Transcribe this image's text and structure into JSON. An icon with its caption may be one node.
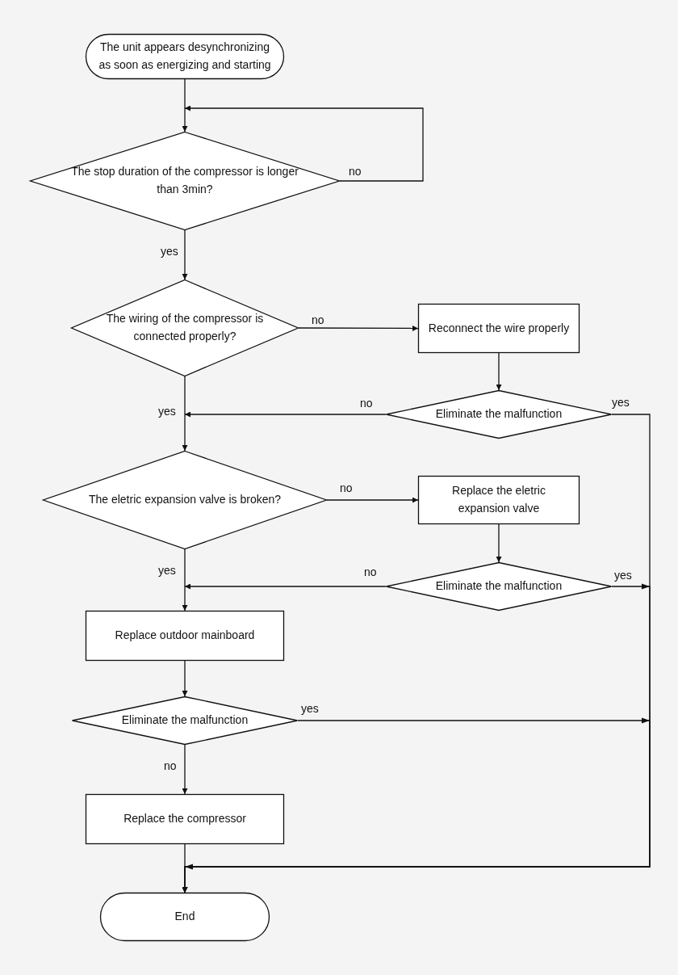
{
  "diagram": {
    "nodes": [
      {
        "text": [
          "The unit appears desynchronizing as soon as energizing and starting"
        ]
      },
      {
        "text": [
          "The stop duration of the compressor is longer than 3min?"
        ]
      },
      {
        "text": [
          "The wiring of the compressor is connected properly?"
        ]
      },
      {
        "text": [
          "Reconnect the wire properly"
        ]
      },
      {
        "text": [
          "Eliminate the malfunction"
        ]
      },
      {
        "text": [
          "The eletric expansion valve is broken?"
        ]
      },
      {
        "text": [
          "Replace the eletric expansion valve"
        ]
      },
      {
        "text": [
          "Eliminate the malfunction"
        ]
      },
      {
        "text": [
          "Replace outdoor mainboard"
        ]
      },
      {
        "text": [
          "Eliminate the malfunction"
        ]
      },
      {
        "text": [
          "Replace the compressor"
        ]
      },
      {
        "text": [
          "End"
        ]
      }
    ],
    "edges": [
      {
        "from": 0,
        "to": 1,
        "arrow": "to"
      },
      {
        "from": 1,
        "to": 1,
        "arrow": "to",
        "label": "no"
      },
      {
        "from": 1,
        "to": 2,
        "arrow": "to",
        "label": "yes"
      },
      {
        "from": 2,
        "to": 3,
        "arrow": "to",
        "label": "no"
      },
      {
        "from": 3,
        "to": 4,
        "arrow": "to"
      },
      {
        "from": 4,
        "to": 5,
        "arrow": "to",
        "label": "no"
      },
      {
        "from": 2,
        "to": 5,
        "arrow": "to",
        "label": "yes"
      },
      {
        "from": 4,
        "to": 11,
        "arrow": "to",
        "label": "yes"
      },
      {
        "from": 5,
        "to": 6,
        "arrow": "to",
        "label": "no"
      },
      {
        "from": 6,
        "to": 7,
        "arrow": "to"
      },
      {
        "from": 7,
        "to": 8,
        "arrow": "to",
        "label": "no"
      },
      {
        "from": 5,
        "to": 8,
        "arrow": "to",
        "label": "yes"
      },
      {
        "from": 7,
        "to": 11,
        "arrow": "to",
        "label": "yes"
      },
      {
        "from": 8,
        "to": 9,
        "arrow": "to"
      },
      {
        "from": 9,
        "to": 11,
        "arrow": "to",
        "label": "yes"
      },
      {
        "from": 9,
        "to": 10,
        "arrow": "to",
        "label": "no"
      },
      {
        "from": 10,
        "to": 11,
        "arrow": "to"
      }
    ]
  }
}
